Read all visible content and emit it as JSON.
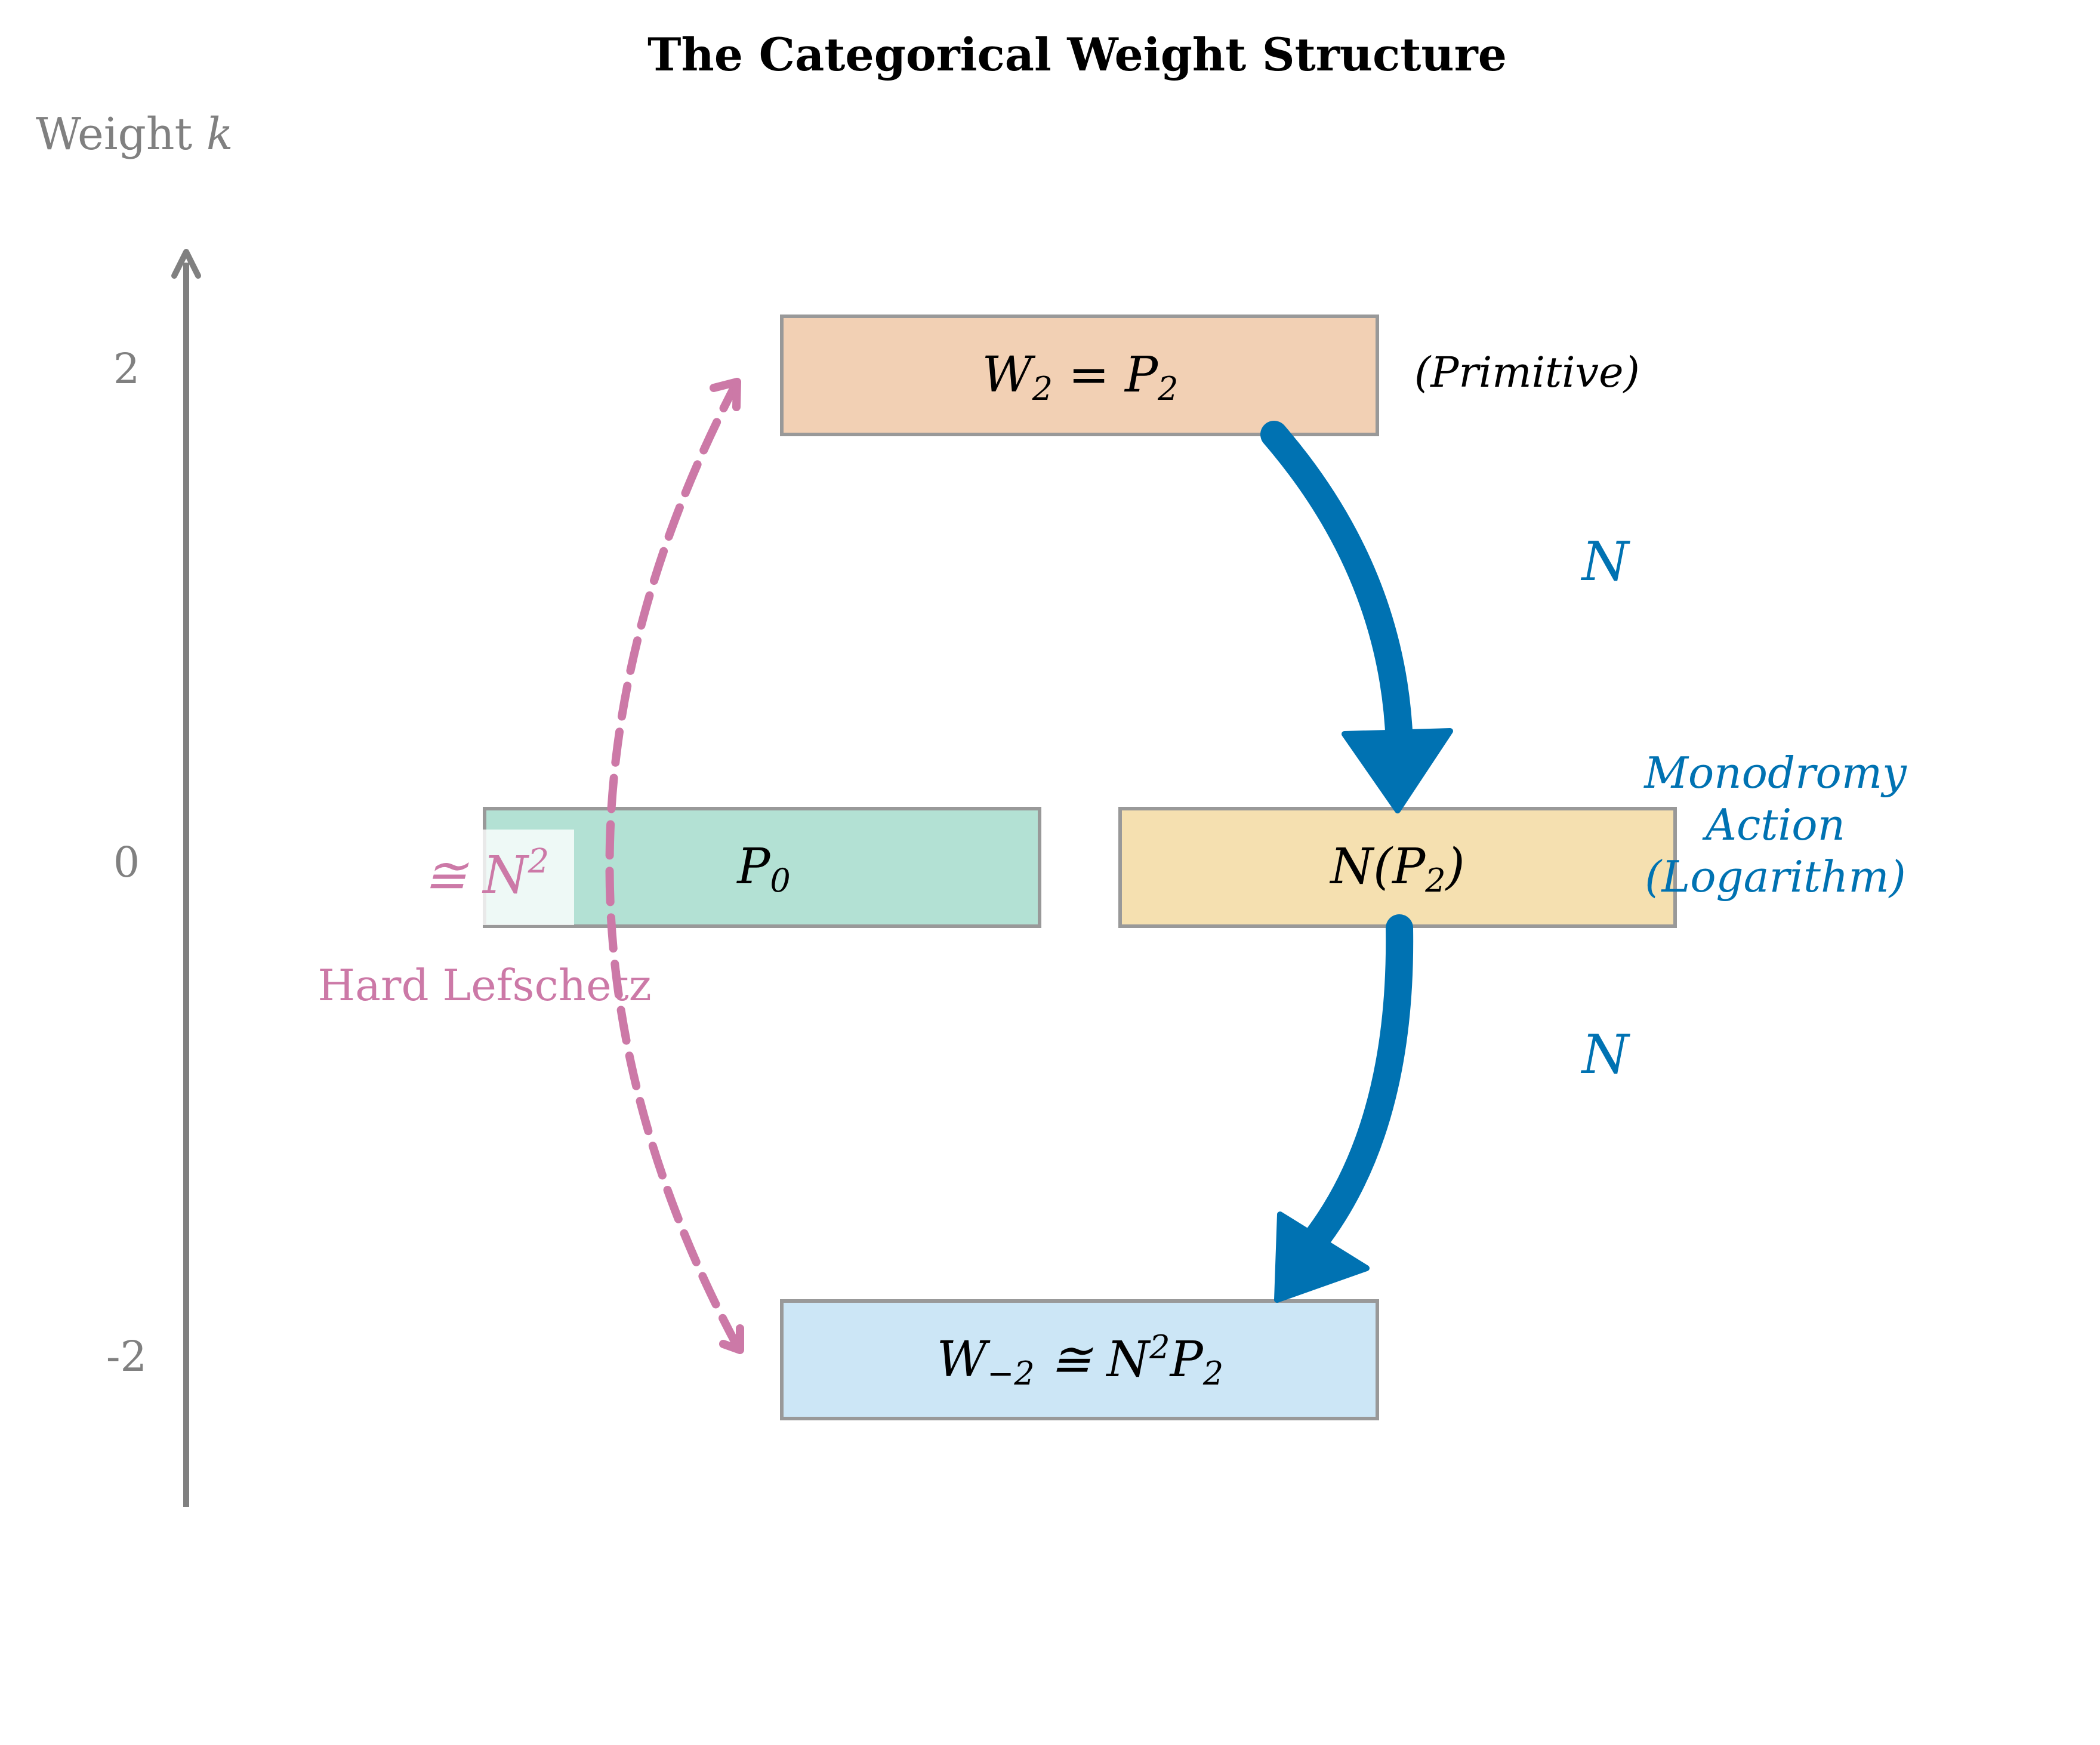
{
  "title": "The Categorical Weight Structure",
  "axis": {
    "label_text": "Weight ",
    "label_var": "k",
    "ticks": [
      "2",
      "0",
      "-2"
    ]
  },
  "boxes": {
    "w2": {
      "main": "W",
      "sub": "2",
      "eq": " = P",
      "sub2": "2",
      "color": "#f2d0b4"
    },
    "p0": {
      "main": "P",
      "sub": "0",
      "color": "#b3e1d4"
    },
    "np2": {
      "main": "N(P",
      "sub": "2",
      "close": ")",
      "color": "#f5e0b0"
    },
    "wm2": {
      "main": "W",
      "sub": "−2",
      "iso": " ≅ N",
      "sup": "2",
      "p": "P",
      "sub2": "2",
      "color": "#cce6f6"
    }
  },
  "labels": {
    "primitive": "(Primitive)",
    "n_top": "N",
    "n_bottom": "N",
    "monodromy": [
      "Monodromy",
      "Action",
      "(Logarithm)"
    ],
    "iso_n2_prefix": "≅ N",
    "iso_n2_sup": "2",
    "hard_lefschetz": "Hard Lefschetz"
  },
  "colors": {
    "monodromy_blue": "#0072b2",
    "lefschetz_pink": "#cc79a7",
    "axis_gray": "#808080"
  }
}
